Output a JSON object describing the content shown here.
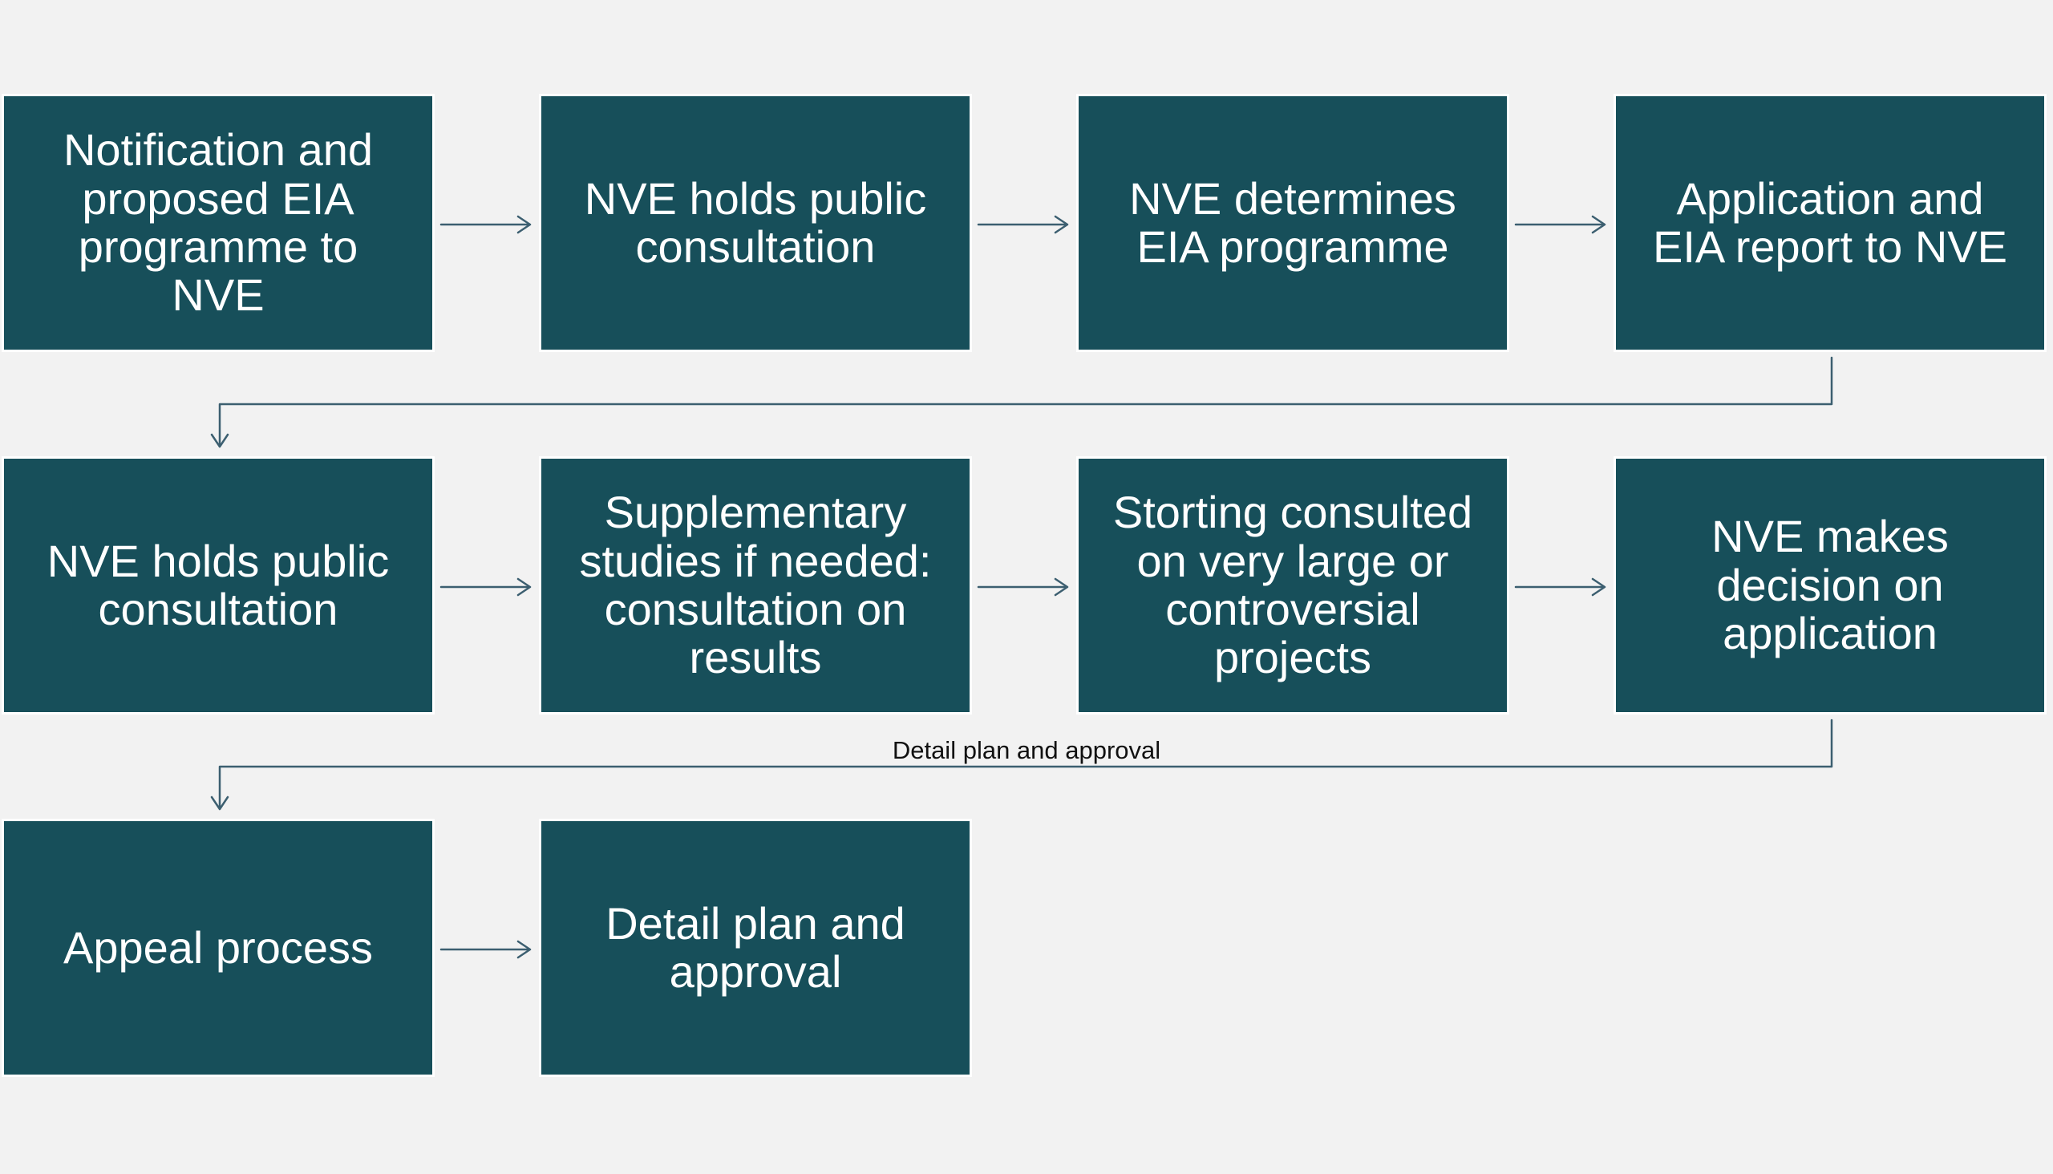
{
  "diagram": {
    "title": "",
    "colors": {
      "background": "#f2f2f2",
      "box_fill": "#174f5a",
      "box_text": "#ffffff",
      "arrow": "#3c5f70",
      "label_text": "#111111"
    },
    "steps": [
      {
        "id": "s1",
        "label": "Notification and\nproposed EIA\nprogramme to\nNVE"
      },
      {
        "id": "s2",
        "label": "NVE holds public\nconsultation"
      },
      {
        "id": "s3",
        "label": "NVE determines\nEIA programme"
      },
      {
        "id": "s4",
        "label": "Application and\nEIA report to NVE"
      },
      {
        "id": "s5",
        "label": "NVE holds public\nconsultation"
      },
      {
        "id": "s6",
        "label": "Supplementary\nstudies if needed:\nconsultation on\nresults"
      },
      {
        "id": "s7",
        "label": "Storting consulted\non very large or\ncontroversial\nprojects"
      },
      {
        "id": "s8",
        "label": "NVE makes\ndecision on\napplication"
      },
      {
        "id": "s9",
        "label": "Appeal process"
      },
      {
        "id": "s10",
        "label": "Detail plan and\napproval"
      }
    ],
    "edges": [
      {
        "from": "s1",
        "to": "s2",
        "label": ""
      },
      {
        "from": "s2",
        "to": "s3",
        "label": ""
      },
      {
        "from": "s3",
        "to": "s4",
        "label": ""
      },
      {
        "from": "s4",
        "to": "s5",
        "label": ""
      },
      {
        "from": "s5",
        "to": "s6",
        "label": ""
      },
      {
        "from": "s6",
        "to": "s7",
        "label": ""
      },
      {
        "from": "s7",
        "to": "s8",
        "label": ""
      },
      {
        "from": "s8",
        "to": "s9",
        "label": "Detail plan and approval"
      },
      {
        "from": "s9",
        "to": "s10",
        "label": ""
      }
    ]
  }
}
